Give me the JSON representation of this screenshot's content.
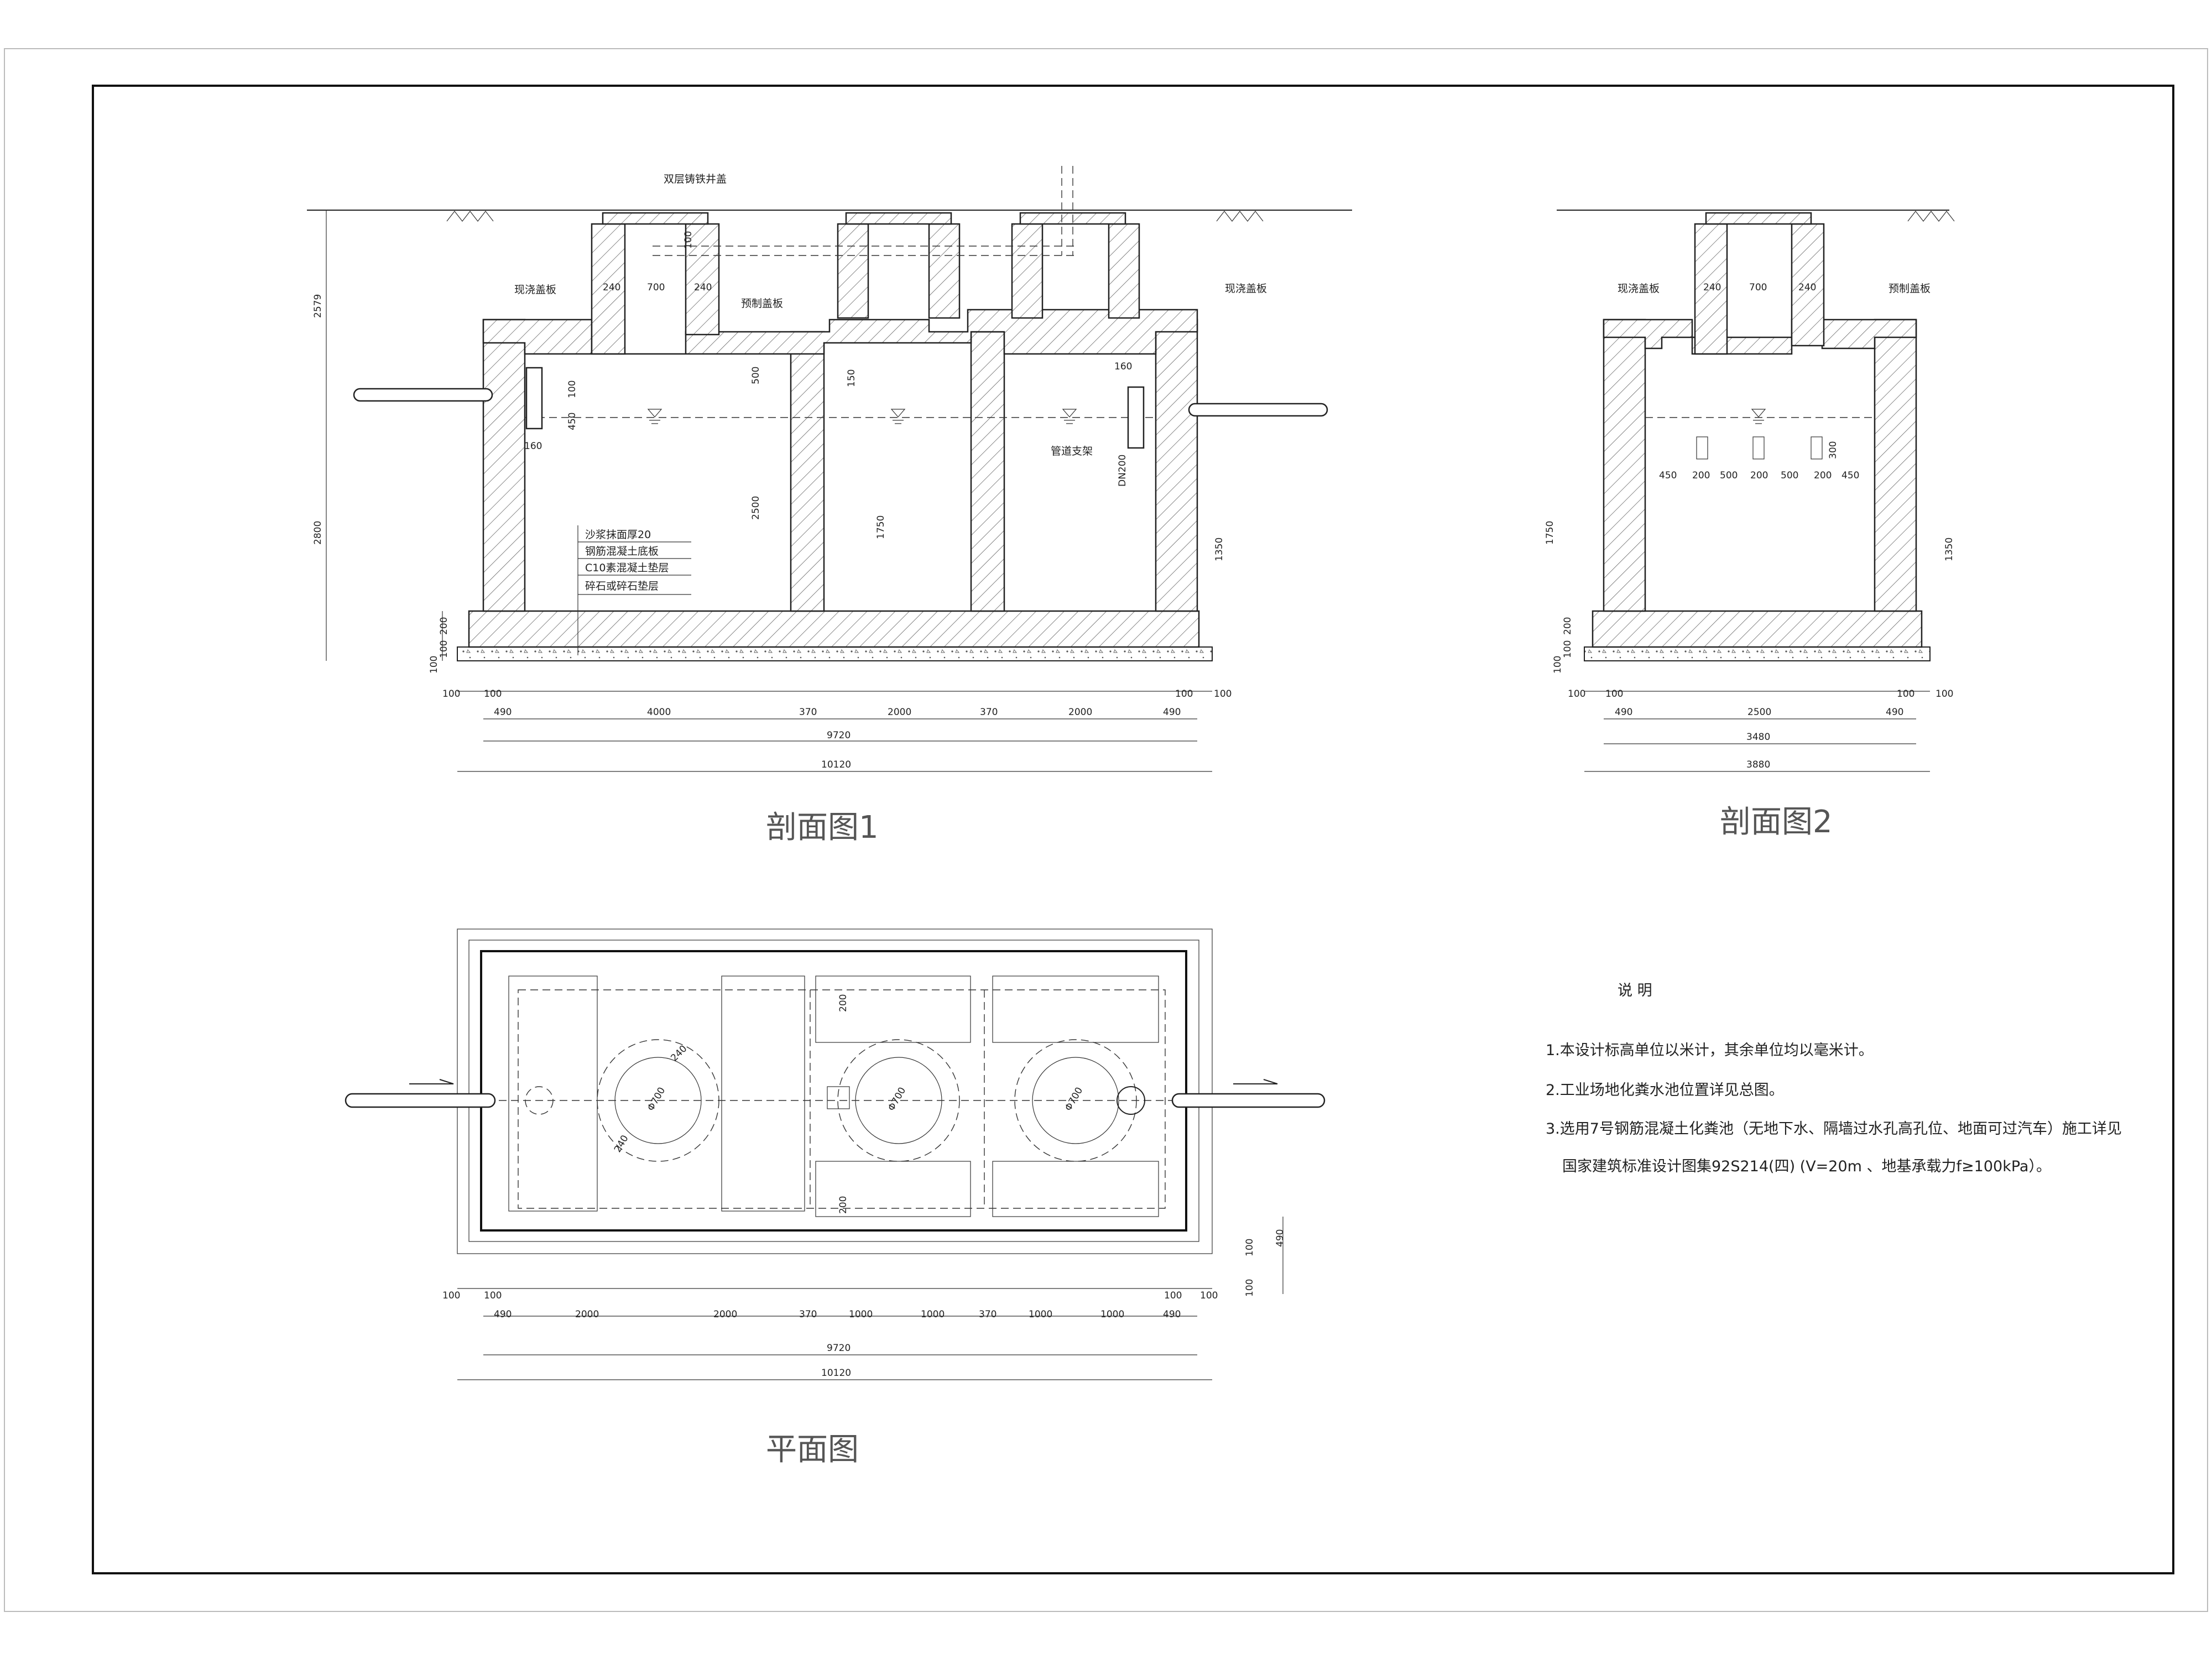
{
  "section1": {
    "title": "剖面图1",
    "labels": {
      "cover": "双层铸铁井盖",
      "slab_cast_left": "现浇盖板",
      "slab_precast": "预制盖板",
      "slab_cast_right": "现浇盖板",
      "pipe_support": "管道支架",
      "dn": "DN200"
    },
    "legend": [
      "沙浆抹面厚20",
      "钢筋混凝土底板",
      "C10素混凝土垫层",
      "碎石或碎石垫层"
    ],
    "vertical_dims": [
      "2579",
      "2800",
      "200",
      "100",
      "100",
      "500",
      "150",
      "450",
      "100",
      "2500",
      "1750",
      "1350",
      "160",
      "160",
      "100"
    ],
    "top_dims": [
      "240",
      "700",
      "240"
    ],
    "bottom_dims_row1": [
      "100",
      "100",
      "100",
      "100"
    ],
    "bottom_dims_row2": [
      "490",
      "4000",
      "370",
      "2000",
      "370",
      "2000",
      "490"
    ],
    "total_inner": "9720",
    "total_outer": "10120"
  },
  "section2": {
    "title": "剖面图2",
    "labels": {
      "slab_cast": "现浇盖板",
      "slab_precast": "预制盖板"
    },
    "top_dims": [
      "240",
      "700",
      "240"
    ],
    "hole_dims": [
      "450",
      "200",
      "500",
      "200",
      "500",
      "200",
      "450"
    ],
    "vertical_dims": [
      "1750",
      "200",
      "100",
      "100",
      "1350",
      "300"
    ],
    "bottom_dims_row1": [
      "100",
      "100",
      "100",
      "100"
    ],
    "bottom_dims_row2": [
      "490",
      "2500",
      "490"
    ],
    "total_inner": "3480",
    "total_outer": "3880"
  },
  "plan": {
    "title": "平面图",
    "circle_dims": [
      "240",
      "Φ700",
      "240"
    ],
    "inner_dims": [
      "200",
      "200"
    ],
    "side_dims": [
      "100",
      "490",
      "100"
    ],
    "bottom_dims_row1": [
      "100",
      "100",
      "100",
      "100"
    ],
    "bottom_dims_row2": [
      "490",
      "2000",
      "2000",
      "370",
      "1000",
      "1000",
      "370",
      "1000",
      "1000",
      "490"
    ],
    "total_inner": "9720",
    "total_outer": "10120"
  },
  "notes": {
    "heading": "说  明",
    "items": [
      "1.本设计标高单位以米计，其余单位均以毫米计。",
      "2.工业场地化粪水池位置详见总图。",
      "3.选用7号钢筋混凝土化粪池（无地下水、隔墙过水孔高孔位、地面可过汽车）施工详见",
      "国家建筑标准设计图集92S214(四) (V=20m  、地基承载力f≥100kPa）。"
    ]
  }
}
